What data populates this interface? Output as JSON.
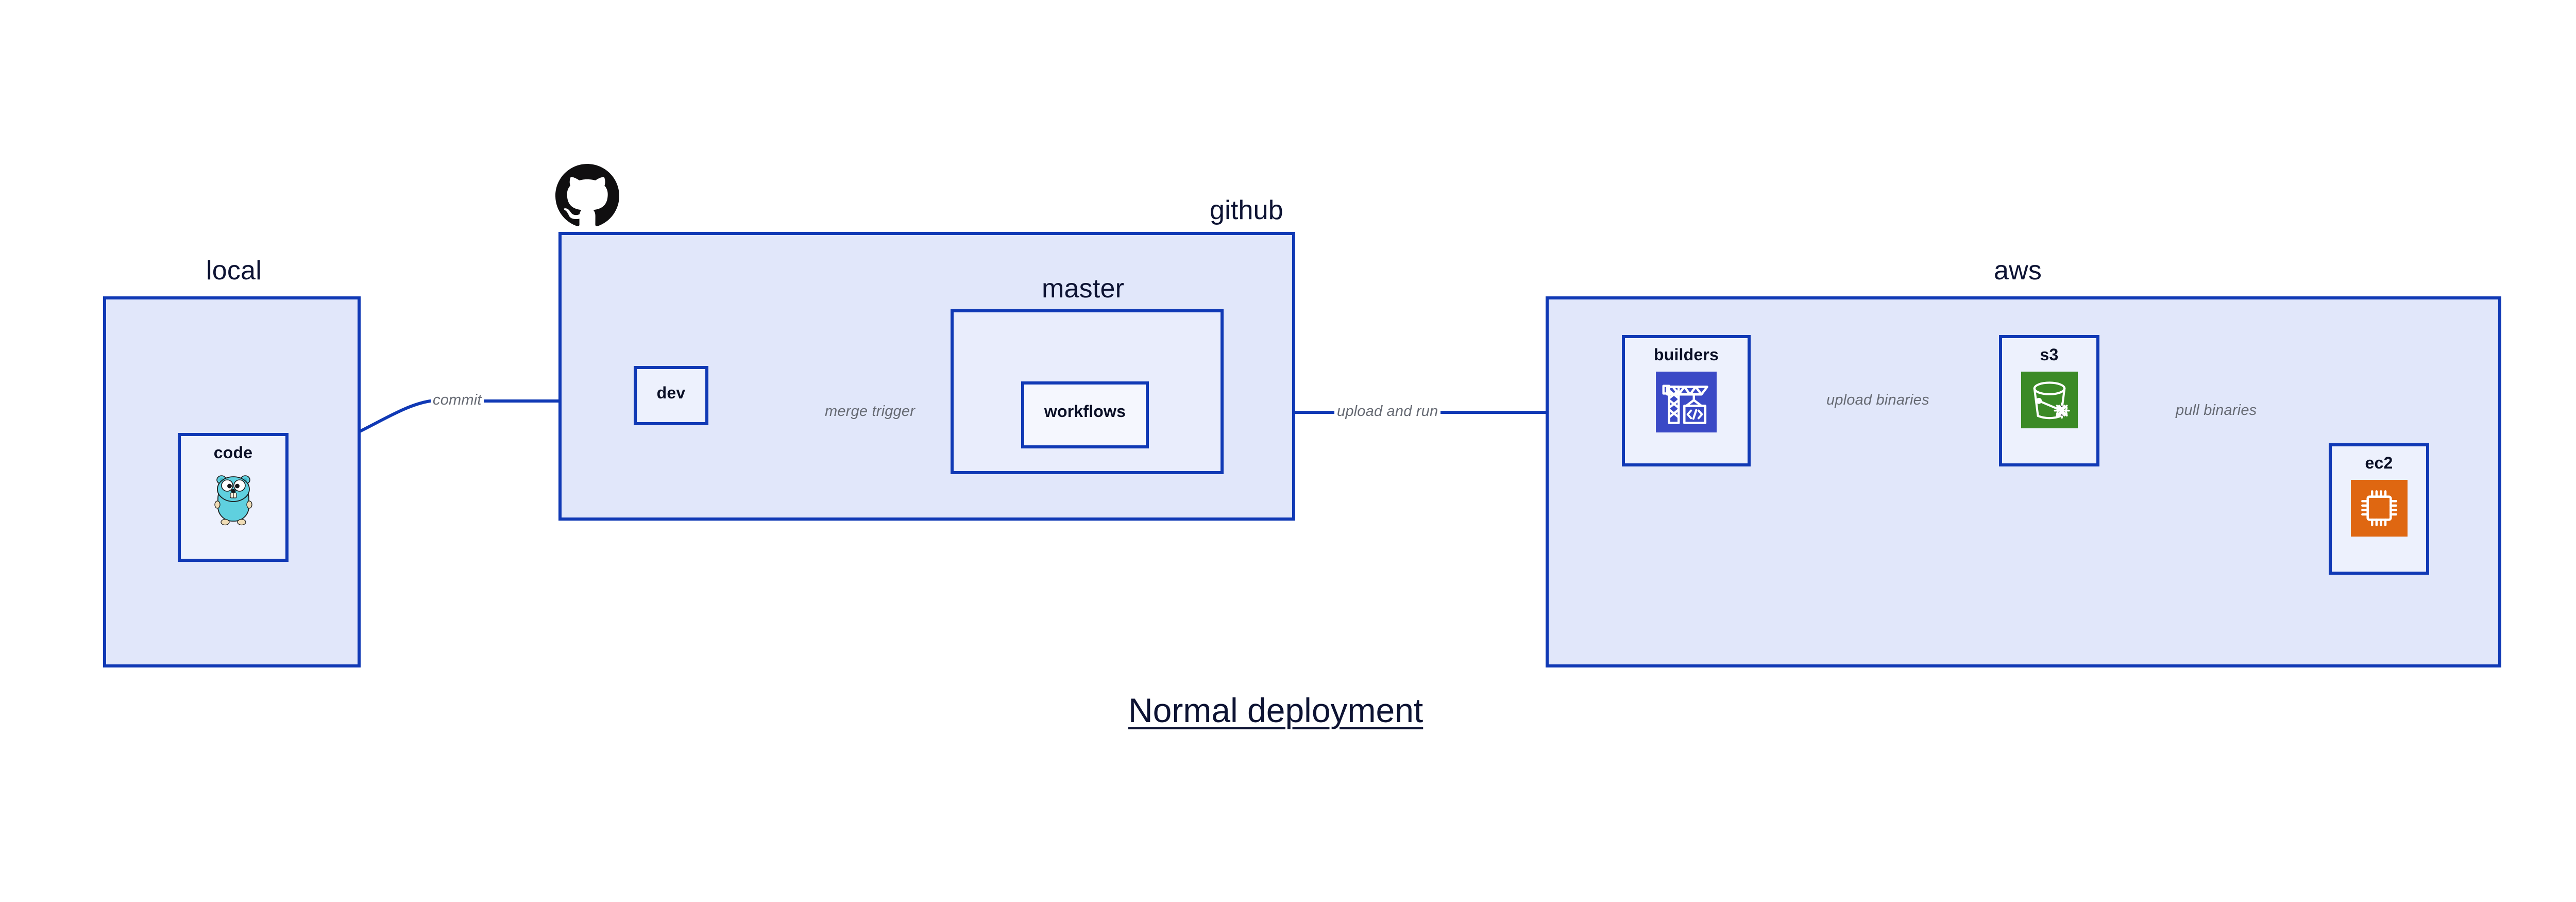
{
  "diagram": {
    "title": "Normal deployment",
    "colors": {
      "edge": "#1039b5",
      "group_border": "#1039b5",
      "group_fill": "#e1e7fa",
      "inner_group_fill": "#e9edfc",
      "node_fill": "#edf1fd",
      "label_text": "#0d1333",
      "edge_label_text": "#666a73",
      "builders_icon_bg": "#3a49c6",
      "s3_icon_bg": "#3b8a26",
      "ec2_icon_bg": "#df6711",
      "github_logo": "#100f10",
      "gopher_body": "#5fd0df"
    }
  },
  "groups": {
    "local": {
      "label": "local"
    },
    "github": {
      "label": "github"
    },
    "master": {
      "label": "master"
    },
    "aws": {
      "label": "aws"
    }
  },
  "nodes": {
    "code": {
      "label": "code",
      "icon": "go-gopher-icon"
    },
    "dev": {
      "label": "dev",
      "icon": null
    },
    "workflows": {
      "label": "workflows",
      "icon": null
    },
    "builders": {
      "label": "builders",
      "icon": "crane-code-icon"
    },
    "s3": {
      "label": "s3",
      "icon": "s3-bucket-icon"
    },
    "ec2": {
      "label": "ec2",
      "icon": "cpu-chip-icon"
    }
  },
  "edges": [
    {
      "id": "commit",
      "label": "commit",
      "from": "code",
      "to": "dev"
    },
    {
      "id": "merge-trigger",
      "label": "merge trigger",
      "from": "dev",
      "to": "workflows"
    },
    {
      "id": "upload-and-run",
      "label": "upload and run",
      "from": "workflows",
      "to": "builders"
    },
    {
      "id": "upload-binaries",
      "label": "upload binaries",
      "from": "builders",
      "to": "s3"
    },
    {
      "id": "pull-binaries",
      "label": "pull binaries",
      "from": "s3",
      "to": "ec2"
    }
  ],
  "logos": {
    "github": "github-octocat-logo"
  }
}
